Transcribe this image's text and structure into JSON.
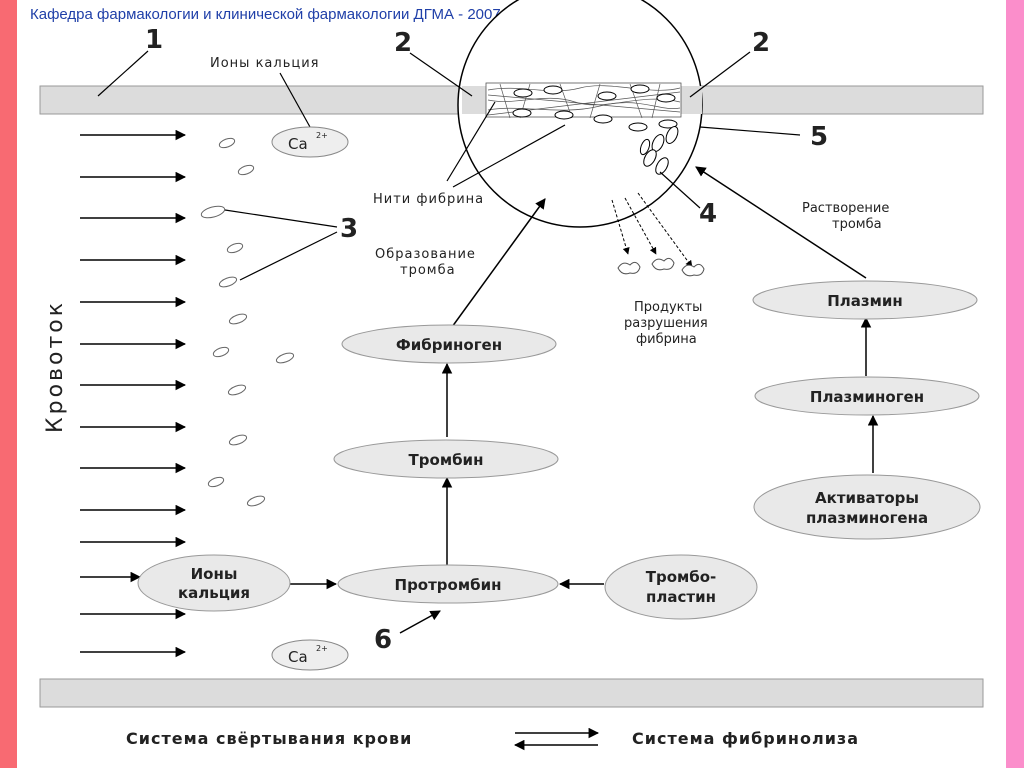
{
  "header": {
    "title": "Кафедра  фармакологии и клинической фармакологии ДГМА - 2007"
  },
  "colors": {
    "left_edge": "#f86a72",
    "right_edge": "#fb8ecb",
    "title_text": "#1f3fa8",
    "node_fill": "#e9e9e9",
    "vessel_wall": "#dcdcdc"
  },
  "markers": {
    "m1": "1",
    "m2a": "2",
    "m2b": "2",
    "m3": "3",
    "m4": "4",
    "m5": "5",
    "m6": "6"
  },
  "labels": {
    "calcium_ions_top": "Ионы кальция",
    "ca_symbol": "Ca",
    "ca_charge": "2+",
    "fibrin_threads": "Нити фибрина",
    "clot_formation_line1": "Образование",
    "clot_formation_line2": "тромба",
    "degradation_line1": "Продукты",
    "degradation_line2": "разрушения",
    "degradation_line3": "фибрина",
    "dissolution_line1": "Растворение",
    "dissolution_line2": "тромба",
    "blood_flow": "Кровоток"
  },
  "nodes": {
    "calcium_ions_line1": "Ионы",
    "calcium_ions_line2": "кальция",
    "prothrombin": "Протромбин",
    "thromboplastin_line1": "Тромбо-",
    "thromboplastin_line2": "пластин",
    "thrombin": "Тромбин",
    "fibrinogen": "Фибриноген",
    "plasmin": "Плазмин",
    "plasminogen": "Плазминоген",
    "activators_line1": "Активаторы",
    "activators_line2": "плазминогена"
  },
  "footer": {
    "coagulation": "Система свёртывания крови",
    "fibrinolysis": "Система фибринолиза"
  }
}
